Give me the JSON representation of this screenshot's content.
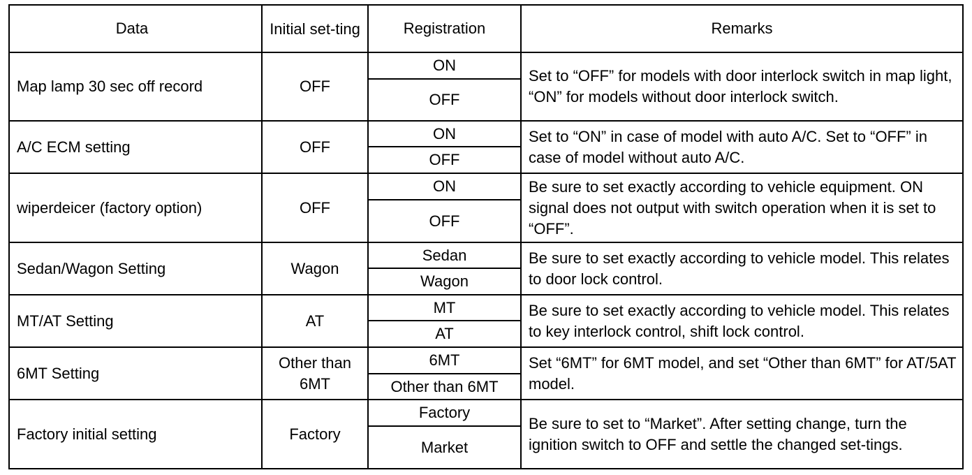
{
  "table": {
    "headers": {
      "data": "Data",
      "initial_setting": "Initial set-ting",
      "registration": "Registration",
      "remarks": "Remarks"
    },
    "rows": [
      {
        "data": "Map lamp 30 sec off record",
        "initial": "OFF",
        "registration": [
          "ON",
          "OFF"
        ],
        "remarks": "Set to “OFF” for models with door interlock switch in map light, “ON” for models without door interlock switch."
      },
      {
        "data": "A/C ECM setting",
        "initial": "OFF",
        "registration": [
          "ON",
          "OFF"
        ],
        "remarks": "Set to “ON” in case of model with auto A/C. Set to “OFF” in case of model without auto A/C."
      },
      {
        "data": "wiperdeicer (factory option)",
        "initial": "OFF",
        "registration": [
          "ON",
          "OFF"
        ],
        "remarks": "Be sure to set exactly according to vehicle equipment. ON signal does not output with switch operation when it is set to “OFF”."
      },
      {
        "data": "Sedan/Wagon Setting",
        "initial": "Wagon",
        "registration": [
          "Sedan",
          "Wagon"
        ],
        "remarks": "Be sure to set exactly according to vehicle model. This relates to door lock control."
      },
      {
        "data": "MT/AT Setting",
        "initial": "AT",
        "registration": [
          "MT",
          "AT"
        ],
        "remarks": "Be sure to set exactly according to vehicle model. This relates to key interlock control, shift lock control."
      },
      {
        "data": "6MT Setting",
        "initial": "Other than 6MT",
        "registration": [
          "6MT",
          "Other than 6MT"
        ],
        "remarks": "Set “6MT” for 6MT model, and set “Other than 6MT” for AT/5AT model."
      },
      {
        "data": "Factory initial setting",
        "initial": "Factory",
        "registration": [
          "Factory",
          "Market"
        ],
        "remarks": "Be sure to set to “Market”. After setting change, turn the ignition switch to OFF and settle the changed set-tings."
      }
    ]
  }
}
